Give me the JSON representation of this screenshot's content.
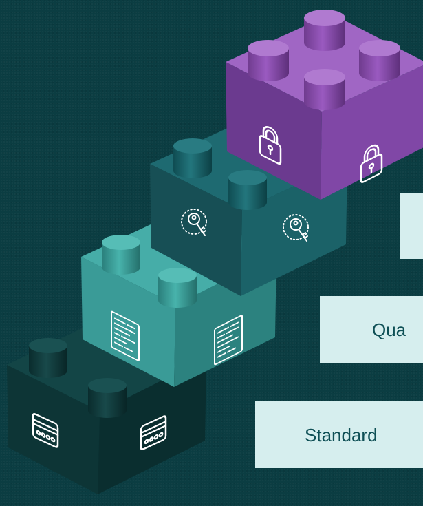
{
  "labels": [
    {
      "id": "level-2",
      "text": "Qua"
    },
    {
      "id": "level-1",
      "text": "Standard"
    }
  ],
  "colors": {
    "background": "#0b3d42",
    "label_bg": "#d6eeee",
    "label_text": "#0e4f55",
    "brick_top": "#9b59be",
    "brick_upper": "#1f6b72",
    "brick_mid": "#3aa39e",
    "brick_base": "#0f3b3c"
  },
  "icons": [
    "lock-icon",
    "key-icon",
    "document-icon",
    "card-icon"
  ]
}
